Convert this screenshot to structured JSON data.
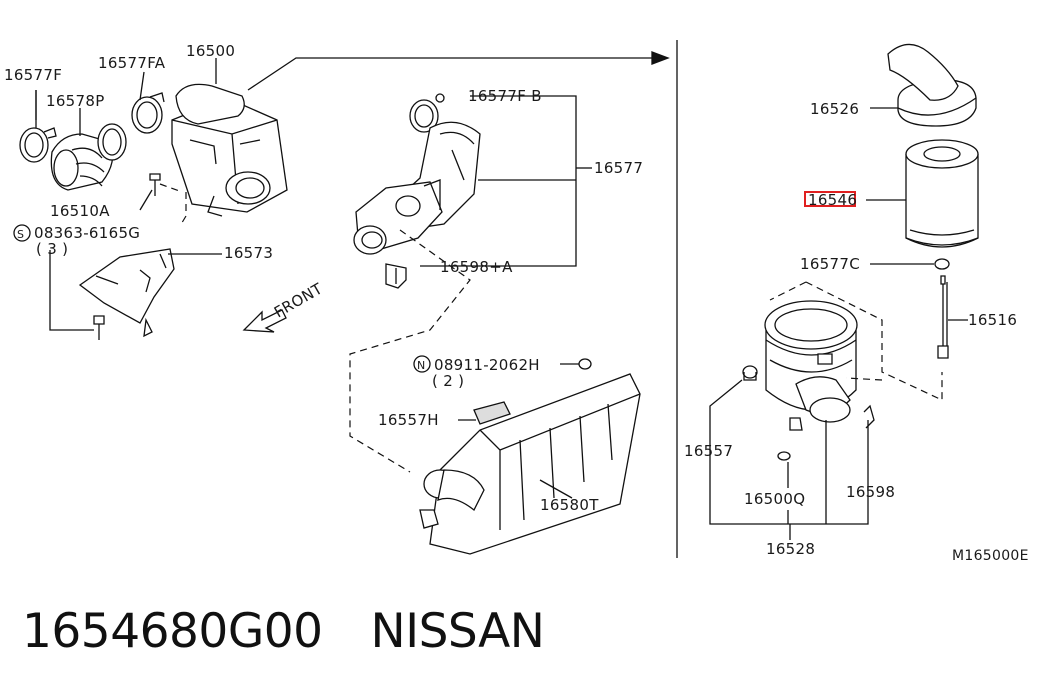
{
  "diagram": {
    "labels": {
      "l16577F": "16577F",
      "l16577FA": "16577FA",
      "l16500": "16500",
      "l16578P": "16578P",
      "l16510A": "16510A",
      "l08363": "08363-6165G",
      "l08363_qty": "( 3 )",
      "l08363_prefix": "S",
      "l16573": "16573",
      "front": "FRONT",
      "l16577FB": "16577F B",
      "l16577": "16577",
      "l16598A": "16598+A",
      "l08911": "08911-2062H",
      "l08911_qty": "( 2 )",
      "l08911_prefix": "N",
      "l16557H": "16557H",
      "l16580T": "16580T",
      "l16526": "16526",
      "l16546": "16546",
      "l16577C": "16577C",
      "l16516": "16516",
      "l16557": "16557",
      "l16500Q": "16500Q",
      "l16598": "16598",
      "l16528": "16528",
      "ref": "M165000E"
    },
    "highlight_color": "#e02020"
  },
  "caption": {
    "part_number": "1654680G00",
    "brand": "NISSAN"
  }
}
